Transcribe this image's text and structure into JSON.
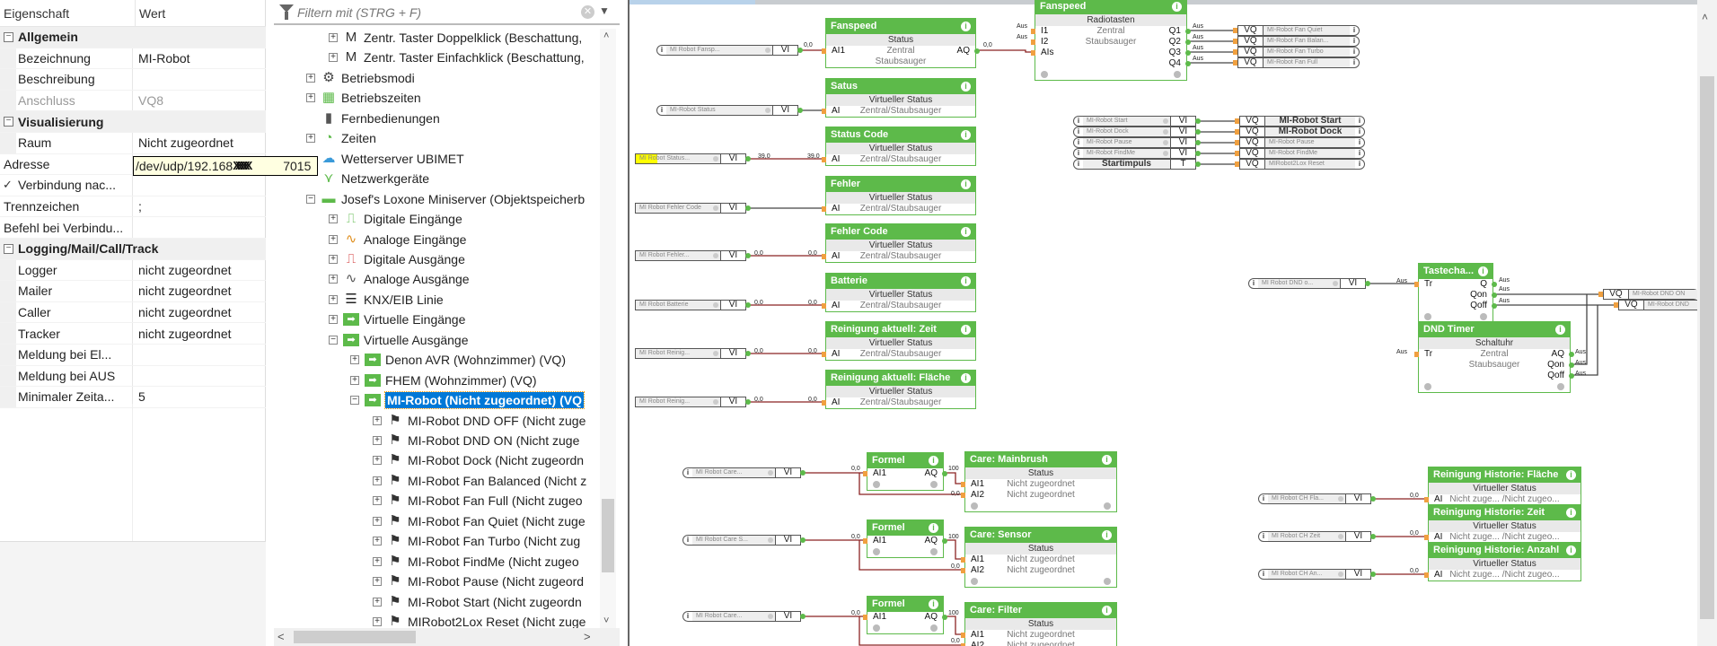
{
  "properties": {
    "header": {
      "col1": "Eigenschaft",
      "col2": "Wert"
    },
    "rows": [
      {
        "type": "section",
        "label": "Allgemein"
      },
      {
        "type": "prop",
        "label": "Bezeichnung",
        "value": "MI-Robot",
        "indent": true
      },
      {
        "type": "prop",
        "label": "Beschreibung",
        "value": "",
        "indent": true
      },
      {
        "type": "prop",
        "label": "Anschluss",
        "value": "VQ8",
        "indent": true,
        "disabled": true
      },
      {
        "type": "section",
        "label": "Visualisierung"
      },
      {
        "type": "prop",
        "label": "Raum",
        "value": "Nicht zugeordnet",
        "indent": true
      },
      {
        "type": "prop",
        "label": "Adresse",
        "value": "",
        "indent": false
      },
      {
        "type": "check",
        "label": "Verbindung nac...",
        "checked": true
      },
      {
        "type": "prop",
        "label": "Trennzeichen",
        "value": ";",
        "indent": false
      },
      {
        "type": "prop",
        "label": "Befehl bei Verbindu...",
        "value": "",
        "indent": false
      },
      {
        "type": "section",
        "label": "Logging/Mail/Call/Track"
      },
      {
        "type": "prop",
        "label": "Logger",
        "value": "nicht zugeordnet",
        "indent": true
      },
      {
        "type": "prop",
        "label": "Mailer",
        "value": "nicht zugeordnet",
        "indent": true
      },
      {
        "type": "prop",
        "label": "Caller",
        "value": "nicht zugeordnet",
        "indent": true
      },
      {
        "type": "prop",
        "label": "Tracker",
        "value": "nicht zugeordnet",
        "indent": true
      },
      {
        "type": "prop",
        "label": "Meldung bei El...",
        "value": "",
        "indent": true
      },
      {
        "type": "prop",
        "label": "Meldung bei AUS",
        "value": "",
        "indent": true
      },
      {
        "type": "prop",
        "label": "Minimaler Zeita...",
        "value": "5",
        "indent": true
      }
    ],
    "address": {
      "prefix": "/dev/udp/192.168",
      "redaction": "XXXXXX",
      "suffix": "7015"
    }
  },
  "tree": {
    "filter_placeholder": "Filtern mit (STRG + F)",
    "items": [
      {
        "level": 2,
        "exp": "+",
        "icon": "M",
        "label": "Zentr. Taster Doppelklick (Beschattung,"
      },
      {
        "level": 2,
        "exp": "+",
        "icon": "M",
        "label": "Zentr. Taster Einfachklick (Beschattung,"
      },
      {
        "level": 1,
        "exp": "+",
        "icon": "gear",
        "label": "Betriebsmodi"
      },
      {
        "level": 1,
        "exp": "+",
        "icon": "calendar",
        "label": "Betriebszeiten"
      },
      {
        "level": 1,
        "exp": "",
        "icon": "remote",
        "label": "Fernbedienungen"
      },
      {
        "level": 1,
        "exp": "+",
        "icon": "clock",
        "label": "Zeiten"
      },
      {
        "level": 1,
        "exp": "",
        "icon": "weather",
        "label": "Wetterserver UBIMET"
      },
      {
        "level": 1,
        "exp": "",
        "icon": "network",
        "label": "Netzwerkgeräte"
      },
      {
        "level": 1,
        "exp": "-",
        "icon": "server",
        "label": "Josef's Loxone Miniserver (Objektspeicherb"
      },
      {
        "level": 2,
        "exp": "+",
        "icon": "digital-in",
        "label": "Digitale Eingänge"
      },
      {
        "level": 2,
        "exp": "+",
        "icon": "analog-in",
        "label": "Analoge Eingänge"
      },
      {
        "level": 2,
        "exp": "+",
        "icon": "digital-out",
        "label": "Digitale Ausgänge"
      },
      {
        "level": 2,
        "exp": "+",
        "icon": "analog-out",
        "label": "Analoge Ausgänge"
      },
      {
        "level": 2,
        "exp": "+",
        "icon": "knx",
        "label": "KNX/EIB Linie"
      },
      {
        "level": 2,
        "exp": "+",
        "icon": "virtual",
        "label": "Virtuelle Eingänge"
      },
      {
        "level": 2,
        "exp": "-",
        "icon": "virtual",
        "label": "Virtuelle Ausgänge"
      },
      {
        "level": 3,
        "exp": "+",
        "icon": "virtual",
        "label": "Denon AVR (Wohnzimmer) (VQ)"
      },
      {
        "level": 3,
        "exp": "+",
        "icon": "virtual",
        "label": "FHEM (Wohnzimmer) (VQ)"
      },
      {
        "level": 3,
        "exp": "-",
        "icon": "virtual",
        "label": "MI-Robot (Nicht zugeordnet) (VQ",
        "selected": true
      },
      {
        "level": 4,
        "exp": "+",
        "icon": "command",
        "label": "MI-Robot DND OFF (Nicht zuge"
      },
      {
        "level": 4,
        "exp": "+",
        "icon": "command",
        "label": "MI-Robot DND ON (Nicht zuge"
      },
      {
        "level": 4,
        "exp": "+",
        "icon": "command",
        "label": "MI-Robot Dock (Nicht zugeordn"
      },
      {
        "level": 4,
        "exp": "+",
        "icon": "command",
        "label": "MI-Robot Fan Balanced (Nicht z"
      },
      {
        "level": 4,
        "exp": "+",
        "icon": "command",
        "label": "MI-Robot Fan Full (Nicht zugeo"
      },
      {
        "level": 4,
        "exp": "+",
        "icon": "command",
        "label": "MI-Robot Fan Quiet (Nicht zuge"
      },
      {
        "level": 4,
        "exp": "+",
        "icon": "command",
        "label": "MI-Robot Fan Turbo (Nicht zug"
      },
      {
        "level": 4,
        "exp": "+",
        "icon": "command",
        "label": "MI-Robot FindMe (Nicht zugeo"
      },
      {
        "level": 4,
        "exp": "+",
        "icon": "command",
        "label": "MI-Robot Pause (Nicht zugeord"
      },
      {
        "level": 4,
        "exp": "+",
        "icon": "command",
        "label": "MI-Robot Start (Nicht zugeordn"
      },
      {
        "level": 4,
        "exp": "+",
        "icon": "command",
        "label": "MIRobot2Lox Reset (Nicht zuge"
      }
    ]
  },
  "canvas": {
    "colors": {
      "block": "#5dba4a",
      "analog_wire": "#8b2323",
      "digital_wire": "#444444",
      "input_pin": "#f0a040",
      "highlight": "#ffff00"
    },
    "blocks": [
      {
        "title": "Fanspeed",
        "type": "Status",
        "rows": [
          [
            "AI1",
            "Zentral",
            "AQ"
          ],
          [
            "",
            "Staubsauger",
            ""
          ]
        ]
      },
      {
        "title": "Fanspeed",
        "type": "Radiotasten",
        "rows": [
          [
            "I1",
            "Zentral",
            "Q1"
          ],
          [
            "I2",
            "Staubsauger",
            "Q2"
          ],
          [
            "AIs",
            "",
            "Q3"
          ],
          [
            "",
            "",
            "Q4"
          ]
        ]
      },
      {
        "title": "Satus",
        "type": "Virtueller Status",
        "rows": [
          [
            "AI",
            "Zentral/Staubsauger",
            ""
          ]
        ]
      },
      {
        "title": "Status Code",
        "type": "Virtueller Status",
        "rows": [
          [
            "AI",
            "Zentral/Staubsauger",
            ""
          ]
        ]
      },
      {
        "title": "Fehler",
        "type": "Virtueller Status",
        "rows": [
          [
            "AI",
            "Zentral/Staubsauger",
            ""
          ]
        ]
      },
      {
        "title": "Fehler Code",
        "type": "Virtueller Status",
        "rows": [
          [
            "AI",
            "Zentral/Staubsauger",
            ""
          ]
        ]
      },
      {
        "title": "Batterie",
        "type": "Virtueller Status",
        "rows": [
          [
            "AI",
            "Zentral/Staubsauger",
            ""
          ]
        ]
      },
      {
        "title": "Reinigung aktuell: Zeit",
        "type": "Virtueller Status",
        "rows": [
          [
            "AI",
            "Zentral/Staubsauger",
            ""
          ]
        ]
      },
      {
        "title": "Reinigung aktuell: Fläche",
        "type": "Virtueller Status",
        "rows": [
          [
            "AI",
            "Zentral/Staubsauger",
            ""
          ]
        ]
      },
      {
        "title": "Tastecha...",
        "type": "",
        "rows": [
          [
            "Tr",
            "",
            "Q"
          ],
          [
            "",
            "",
            "Qon"
          ],
          [
            "",
            "",
            "Qoff"
          ]
        ]
      },
      {
        "title": "DND Timer",
        "type": "Schaltuhr",
        "rows": [
          [
            "Tr",
            "Zentral",
            "AQ"
          ],
          [
            "",
            "Staubsauger",
            "Qon"
          ],
          [
            "",
            "",
            "Qoff"
          ]
        ]
      },
      {
        "title": "Formel",
        "type": "",
        "rows": [
          [
            "AI1",
            "",
            "AQ"
          ]
        ]
      },
      {
        "title": "Care: Mainbrush",
        "type": "Status",
        "rows": [
          [
            "AI1",
            "Nicht zugeordnet",
            ""
          ],
          [
            "AI2",
            "Nicht zugeordnet",
            ""
          ]
        ]
      },
      {
        "title": "Formel",
        "type": "",
        "rows": [
          [
            "AI1",
            "",
            "AQ"
          ]
        ]
      },
      {
        "title": "Care: Sensor",
        "type": "Status",
        "rows": [
          [
            "AI1",
            "Nicht zugeordnet",
            ""
          ],
          [
            "AI2",
            "Nicht zugeordnet",
            ""
          ]
        ]
      },
      {
        "title": "Formel",
        "type": "",
        "rows": [
          [
            "AI1",
            "",
            "AQ"
          ]
        ]
      },
      {
        "title": "Care: Filter",
        "type": "Status",
        "rows": [
          [
            "AI1",
            "Nicht zugeordnet",
            ""
          ],
          [
            "AI2",
            "Nicht zugeordnet",
            ""
          ]
        ]
      },
      {
        "title": "Reinigung Historie: Fläche",
        "type": "Virtueller Status",
        "rows": [
          [
            "AI",
            "Nicht zuge... /Nicht  zugeo...",
            ""
          ]
        ]
      },
      {
        "title": "Reinigung Historie: Zeit",
        "type": "Virtueller Status",
        "rows": [
          [
            "AI",
            "Nicht zuge... /Nicht  zugeo...",
            ""
          ]
        ]
      },
      {
        "title": "Reinigung Historie: Anzahl",
        "type": "Virtueller Status",
        "rows": [
          [
            "AI",
            "Nicht zuge... /Nicht  zugeo...",
            ""
          ]
        ]
      }
    ],
    "inputs": [
      {
        "label": "MI Robot Fansp...",
        "tag": "VI"
      },
      {
        "label": "MI-Robot Status",
        "tag": "VI"
      },
      {
        "label": "MI Robot Status...",
        "tag": "VI",
        "highlight": true
      },
      {
        "label": "MI Robot Fehler Code",
        "tag": "VI"
      },
      {
        "label": "MI Robot Fehler...",
        "tag": "VI"
      },
      {
        "label": "MI Robot Batterie",
        "tag": "VI"
      },
      {
        "label": "MI Robot Reinig...",
        "tag": "VI"
      },
      {
        "label": "MI Robot Reinig...",
        "tag": "VI"
      },
      {
        "label": "MI-Robot Start",
        "tag": "VI"
      },
      {
        "label": "MI-Robot Dock",
        "tag": "VI"
      },
      {
        "label": "MI-Robot Pause",
        "tag": "VI"
      },
      {
        "label": "MI-Robot FindMe",
        "tag": "VI"
      },
      {
        "label": "Startimpuls",
        "tag": "T",
        "bold": true
      },
      {
        "label": "MI Robot DND o...",
        "tag": "VI"
      },
      {
        "label": "MI Robot Care...",
        "tag": "VI"
      },
      {
        "label": "MI Robot Care S...",
        "tag": "VI"
      },
      {
        "label": "MI Robot Care...",
        "tag": "VI"
      },
      {
        "label": "MI Robot CH Fla...",
        "tag": "VI"
      },
      {
        "label": "MI Robot CH Zeit",
        "tag": "VI"
      },
      {
        "label": "MI Robot CH An...",
        "tag": "VI"
      }
    ],
    "outputs": [
      {
        "label": "MI-Robot Fan Quiet",
        "tag": "VQ"
      },
      {
        "label": "MI-Robot Fan Balan...",
        "tag": "VQ"
      },
      {
        "label": "MI-Robot Fan Turbo",
        "tag": "VQ"
      },
      {
        "label": "MI-Robot Fan Full",
        "tag": "VQ"
      },
      {
        "label": "MI-Robot Start",
        "tag": "VQ",
        "bold": true
      },
      {
        "label": "MI-Robot Dock",
        "tag": "VQ",
        "bold": true
      },
      {
        "label": "MI-Robot Pause",
        "tag": "VQ"
      },
      {
        "label": "MI-Robot FindMe",
        "tag": "VQ"
      },
      {
        "label": "MIRobot2Lox Reset",
        "tag": "VQ"
      },
      {
        "label": "MI-Robot DND ON",
        "tag": "VQ"
      },
      {
        "label": "MI-Robot DND",
        "tag": "VQ"
      }
    ],
    "wire_labels": [
      "0,0",
      "0,0",
      "Aus",
      "Aus",
      "Aus",
      "Aus",
      "Aus",
      "Aus",
      "39,0",
      "39,0",
      "0,0",
      "0,0",
      "0,0",
      "0,0",
      "0,0",
      "0,0",
      "0,0",
      "0,0",
      "Aus",
      "Aus",
      "Aus",
      "Aus",
      "Aus",
      "Aus",
      "Aus",
      "Aus",
      "0,0",
      "100",
      "0,0",
      "0,0",
      "100",
      "0,0",
      "0,0",
      "100",
      "0,0",
      "0,0",
      "0,0",
      "0,0"
    ]
  }
}
